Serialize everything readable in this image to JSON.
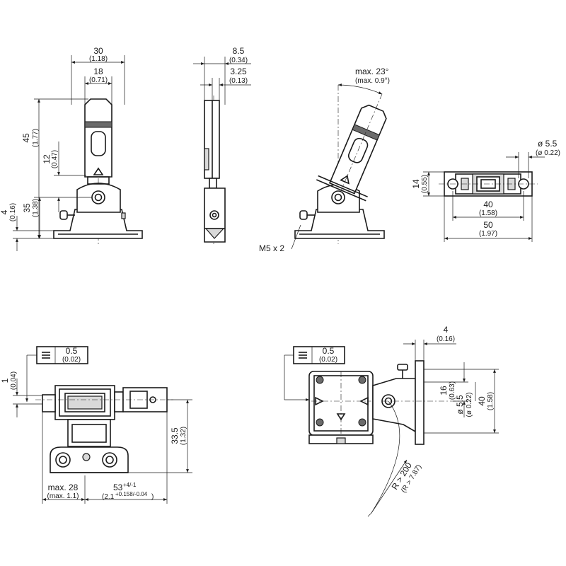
{
  "front_view": {
    "width": "30",
    "width_in": "(1.18)",
    "inner_width": "18",
    "inner_width_in": "(0.71)",
    "height": "45",
    "height_in": "(1.77)",
    "pivot_height": "12",
    "pivot_height_in": "(0.47)",
    "base_height": "35",
    "base_height_in": "(1.38)",
    "base_thickness": "4",
    "base_thickness_in": "(0.16)"
  },
  "side_view": {
    "depth": "8.5",
    "depth_in": "(0.34)",
    "thickness": "3.25",
    "thickness_in": "(0.13)"
  },
  "tilt_view": {
    "angle": "max. 23°",
    "angle_in": "(max. 0.9°)",
    "thread": "M5 x 2"
  },
  "top_view": {
    "hole_dia": "ø 5.5",
    "hole_dia_in": "(ø 0.22)",
    "height": "14",
    "height_in": "(0.55)",
    "hole_spacing": "40",
    "hole_spacing_in": "(1.58)",
    "length": "50",
    "length_in": "(1.97)"
  },
  "mounted_front": {
    "flatness": "0.5",
    "flatness_in": "(0.02)",
    "offset": "1",
    "offset_in": "(0.04)",
    "depth": "33.5",
    "depth_in": "(1.32)",
    "max_width": "max. 28",
    "max_width_in": "(max. 1.1)",
    "span": "53",
    "span_tol": "+4/-1",
    "span_in": "(2.1",
    "span_in_tol": "+0.158/-0.04",
    "span_in_close": ")"
  },
  "mounted_side": {
    "flatness": "0.5",
    "flatness_in": "(0.02)",
    "offset": "4",
    "offset_in": "(0.16)",
    "h16": "16",
    "h16_in": "(0.63)",
    "hole_dia": "ø 5.5",
    "hole_dia_in": "(ø 0.22)",
    "h40": "40",
    "h40_in": "(1.58)",
    "radius": "R > 200",
    "radius_in": "(R > 7.87)"
  }
}
